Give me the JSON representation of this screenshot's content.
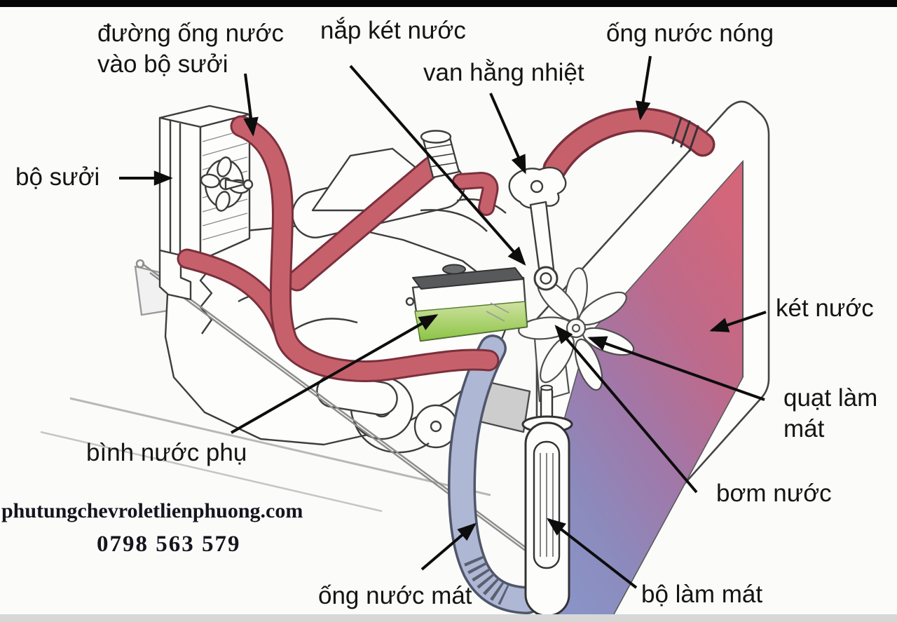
{
  "labels": {
    "heater_inlet": {
      "line1": "đường ống nước",
      "line2": "vào bộ sưởi"
    },
    "radiator_cap": "nắp két nước",
    "thermostat": "van hằng nhiệt",
    "hot_pipe": "ống nước nóng",
    "heater": "bộ sưởi",
    "radiator": "két nước",
    "fan": {
      "line1": "quạt làm",
      "line2": "mát"
    },
    "water_pump": "bơm nước",
    "cooler": "bộ làm mát",
    "cool_pipe": "ống nước mát",
    "reservoir": "bình nước phụ"
  },
  "watermark": {
    "site": "phutungchevroletlienphuong.com",
    "phone": "0798 563 579"
  },
  "colors": {
    "hot_hose": "#c6616c",
    "cool_hose": "#aeb7d4",
    "coolant_green": "#8cc445",
    "radiator_hot": "#d46679",
    "radiator_cool": "#8a93c6",
    "arrow": "#0d0d0d"
  }
}
